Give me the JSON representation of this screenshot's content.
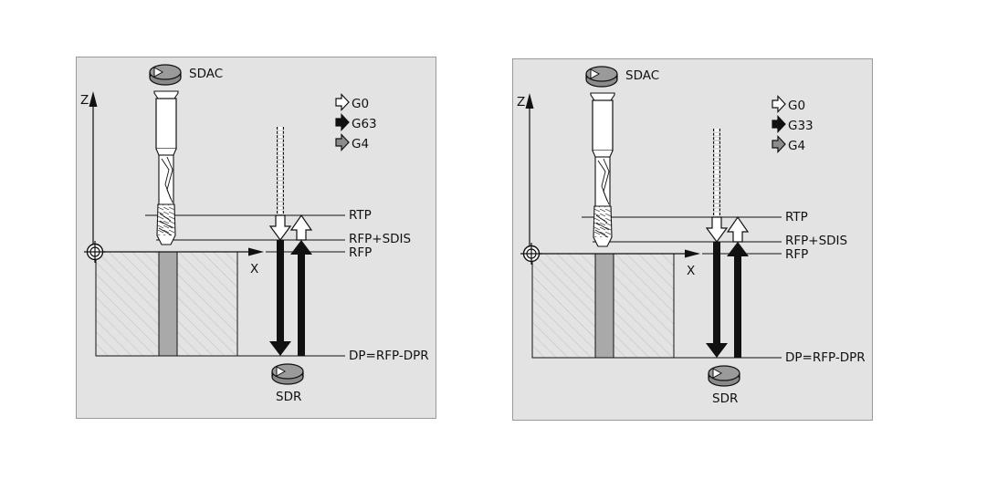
{
  "diagrams": [
    {
      "spindle_top": "SDAC",
      "spindle_bottom": "SDR",
      "axis_z": "Z",
      "axis_x": "X",
      "legend": [
        {
          "type": "hollow",
          "label": "G0"
        },
        {
          "type": "solid",
          "label": "G63"
        },
        {
          "type": "gray",
          "label": "G4"
        }
      ],
      "levels": {
        "rtp": "RTP",
        "rfp_sdis": "RFP+SDIS",
        "rfp": "RFP",
        "dp": "DP=RFP-DPR"
      }
    },
    {
      "spindle_top": "SDAC",
      "spindle_bottom": "SDR",
      "axis_z": "Z",
      "axis_x": "X",
      "legend": [
        {
          "type": "hollow",
          "label": "G0"
        },
        {
          "type": "solid",
          "label": "G33"
        },
        {
          "type": "gray",
          "label": "G4"
        }
      ],
      "levels": {
        "rtp": "RTP",
        "rfp_sdis": "RFP+SDIS",
        "rfp": "RFP",
        "dp": "DP=RFP-DPR"
      }
    }
  ],
  "colors": {
    "panel_bg": "#e3e3e3",
    "panel_border": "#9a9a9a",
    "hatch": "#b8b8b8",
    "bore_fill": "#a9a9a9",
    "gray_arrow": "#8c8c8c",
    "ink": "#111111"
  }
}
